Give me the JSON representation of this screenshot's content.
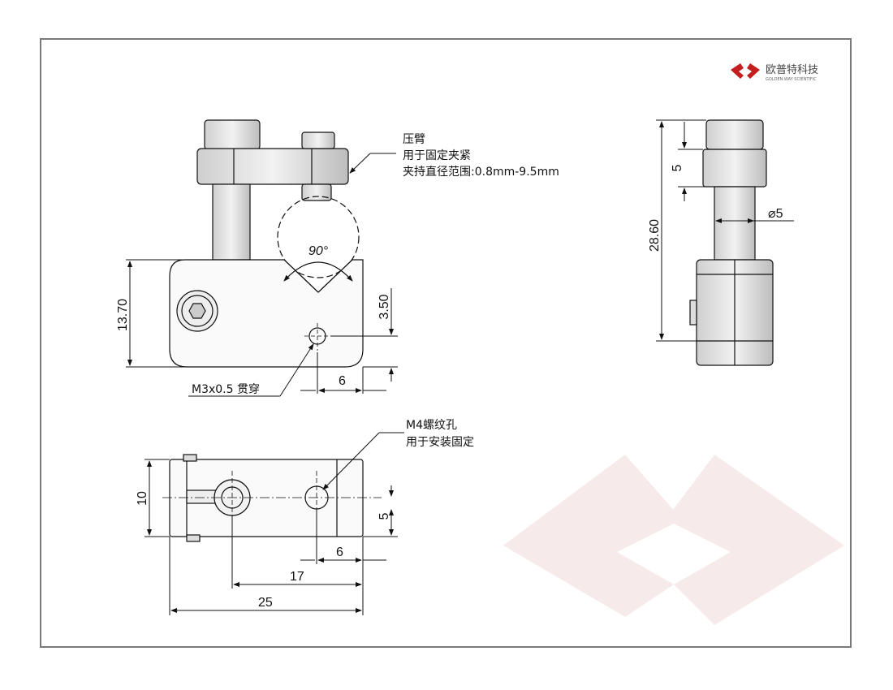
{
  "logo": {
    "name_cn": "欧普特科技",
    "name_en": "GOLDEN WAY SCIENTIFIC"
  },
  "labels": {
    "arm_title": "压臂",
    "arm_desc1": "用于固定夹紧",
    "arm_desc2": "夹持直径范围:0.8mm-9.5mm",
    "thread_through": "M3x0.5 贯穿",
    "m4_title": "M4螺纹孔",
    "m4_desc": "用于安装固定"
  },
  "dimensions": {
    "angle": "90°",
    "height_body": "13.70",
    "hole_height": "3.50",
    "hole_offset_front": "6",
    "side_total": "28.60",
    "side_cap": "5",
    "side_dia": "⌀5",
    "top_width": "10",
    "top_half": "5",
    "top_hole_offset": "6",
    "top_hole_dist": "17",
    "top_length": "25"
  }
}
